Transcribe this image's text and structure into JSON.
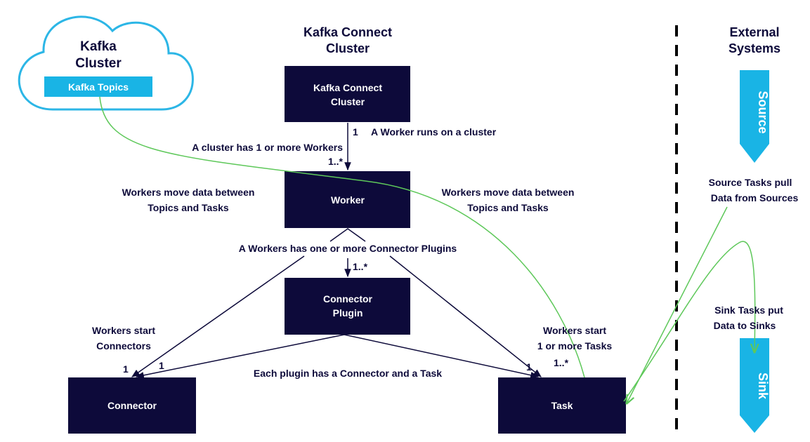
{
  "colors": {
    "box": "#0d0a3a",
    "box_text": "#ffffff",
    "text": "#0d0a3a",
    "cloud_stroke": "#2cb6e6",
    "topics_fill": "#19b4e5",
    "green_line": "#5ec85a",
    "source_sink": "#19b4e5",
    "dashed_line": "#000000"
  },
  "headers": {
    "kc_line1": "Kafka Connect",
    "kc_line2": "Cluster",
    "ext_line1": "External",
    "ext_line2": "Systems"
  },
  "cloud": {
    "line1": "Kafka",
    "line2": "Cluster",
    "topics": "Kafka Topics"
  },
  "boxes": {
    "kc_cluster_l1": "Kafka Connect",
    "kc_cluster_l2": "Cluster",
    "worker": "Worker",
    "plugin_l1": "Connector",
    "plugin_l2": "Plugin",
    "connector": "Connector",
    "task": "Task"
  },
  "external": {
    "source": "Source",
    "sink": "Sink"
  },
  "labels": {
    "one_a": "1",
    "worker_runs": "A Worker runs on a cluster",
    "cluster_has": "A cluster has 1 or more Workers",
    "one_many_a": "1..*",
    "move_left_l1": "Workers move data between",
    "move_left_l2": "Topics and Tasks",
    "move_right_l1": "Workers move data between",
    "move_right_l2": "Topics and Tasks",
    "plugins_label": "A Workers has one or more Connector Plugins",
    "one_many_b": "1..*",
    "start_conn_l1": "Workers start",
    "start_conn_l2": "Connectors",
    "start_task_l1": "Workers start",
    "start_task_l2": "1 or more Tasks",
    "one_b": "1",
    "one_c": "1",
    "one_d": "1",
    "one_many_c": "1..*",
    "each_plugin": "Each plugin has a Connector and a Task",
    "source_pull_l1": "Source Tasks pull",
    "source_pull_l2": "Data from Sources",
    "sink_put_l1": "Sink Tasks put",
    "sink_put_l2": "Data to Sinks"
  }
}
